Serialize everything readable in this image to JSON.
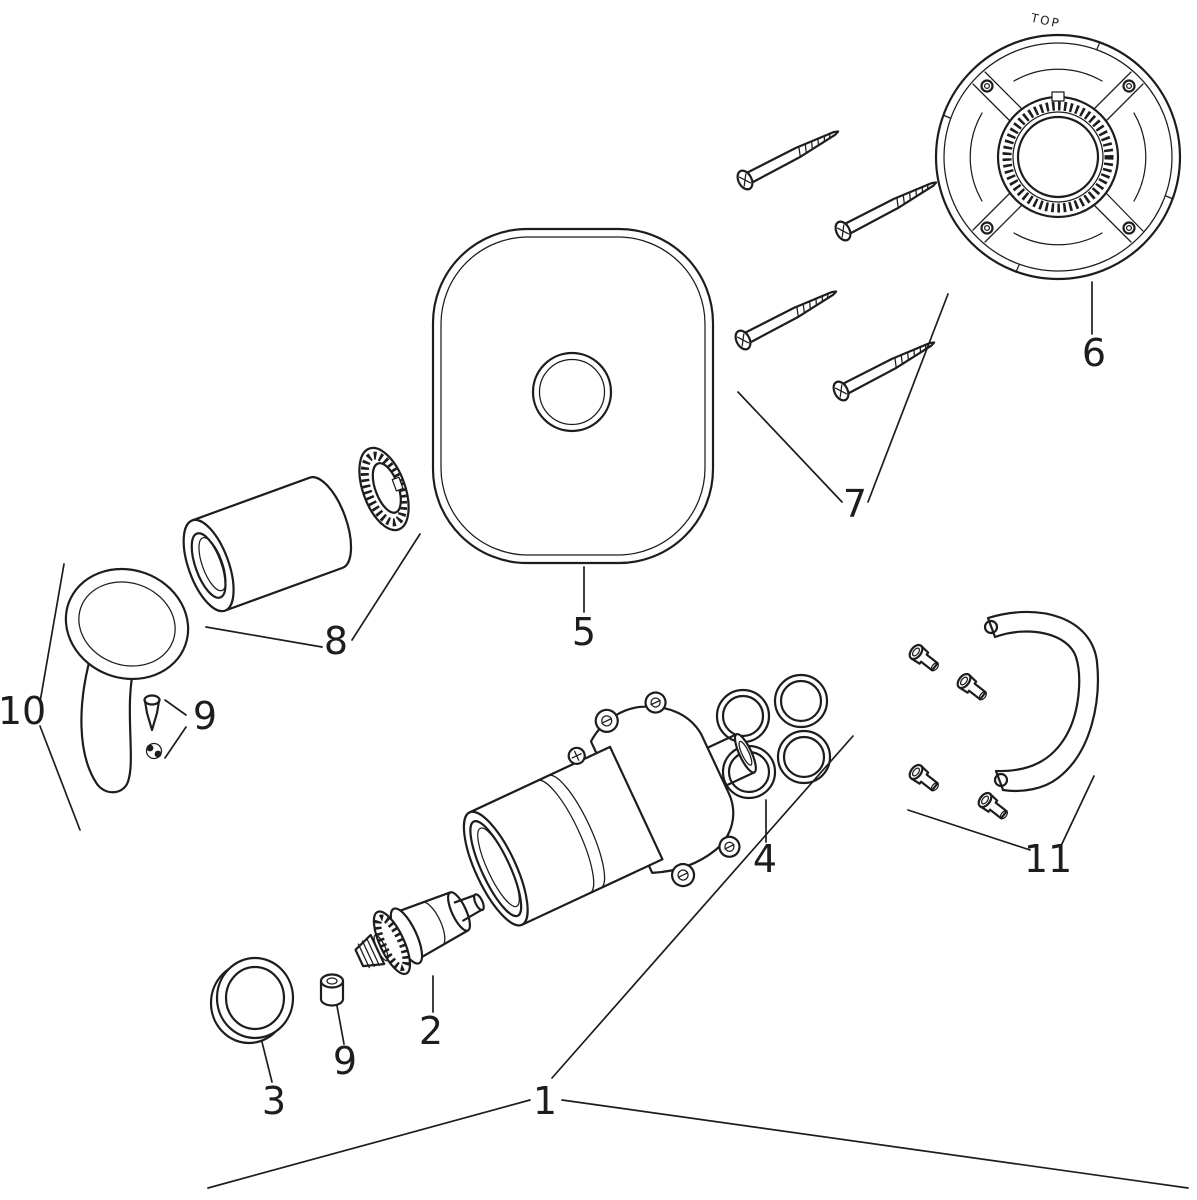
{
  "colors": {
    "line": "#1d1d1b",
    "bg": "#ffffff"
  },
  "diagram": {
    "type": "exploded-parts-diagram",
    "subject": "concealed single-lever mixer valve parts",
    "labels": {
      "part1": "1",
      "part2": "2",
      "part3": "3",
      "part4": "4",
      "part5": "5",
      "part6": "6",
      "part7": "7",
      "part8": "8",
      "part9_upper": "9",
      "part9_lower": "9",
      "part10": "10",
      "part11": "11",
      "plate_marking": "TOP"
    }
  }
}
